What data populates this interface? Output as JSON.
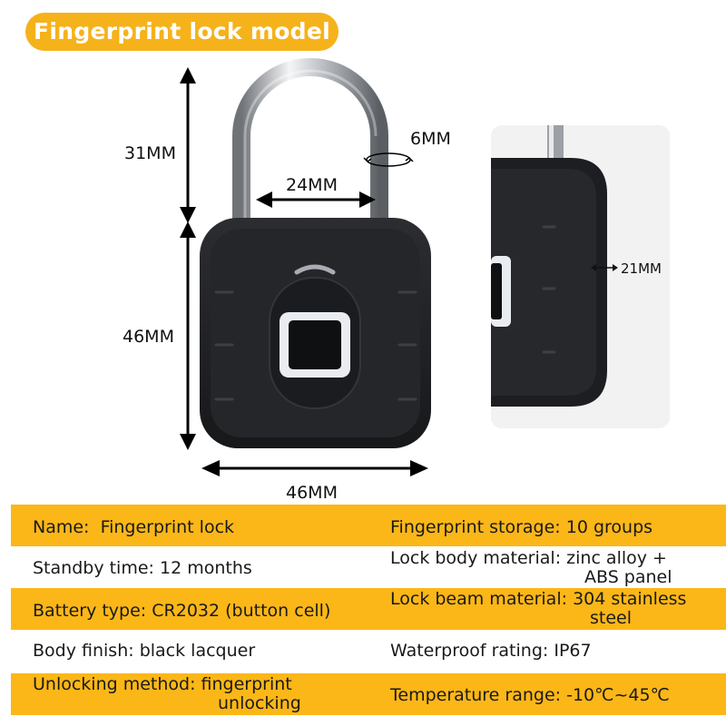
{
  "title": "Fingerprint lock model",
  "dimensions": {
    "shackle_height": "31MM",
    "shackle_diameter": "6MM",
    "shackle_inner_width": "24MM",
    "body_height": "46MM",
    "body_width": "46MM",
    "body_thickness": "21MM"
  },
  "colors": {
    "accent": "#f5b21a",
    "lock_body": "#1e1f22",
    "sensor_ring": "#e9edf2"
  },
  "specs": [
    {
      "left_label": "Name:",
      "left_value": "Fingerprint lock",
      "right_label": "Fingerprint storage:",
      "right_value": "10 groups",
      "right_cont": ""
    },
    {
      "left_label": "Standby time:",
      "left_value": "12 months",
      "right_label": "Lock body material:",
      "right_value": "zinc alloy +",
      "right_cont": "ABS panel"
    },
    {
      "left_label": "Battery type:",
      "left_value": "CR2032 (button cell)",
      "right_label": "Lock beam material:",
      "right_value": "304 stainless",
      "right_cont": "steel"
    },
    {
      "left_label": "Body finish:",
      "left_value": "black lacquer",
      "right_label": "Waterproof rating:",
      "right_value": "IP67",
      "right_cont": ""
    },
    {
      "left_label": "Unlocking method:",
      "left_value": "fingerprint",
      "left_cont": "unlocking",
      "right_label": "Temperature range:",
      "right_value": "-10℃~45℃",
      "right_cont": ""
    }
  ]
}
